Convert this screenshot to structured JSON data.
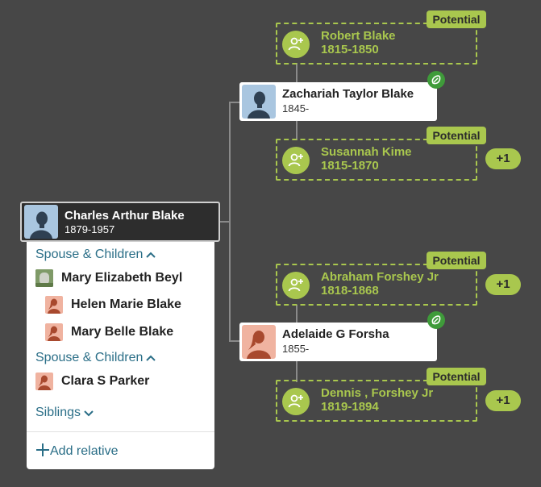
{
  "root": {
    "name": "Charles Arthur Blake",
    "dates": "1879-1957"
  },
  "father": {
    "name": "Zachariah Taylor Blake",
    "dates": "1845-"
  },
  "mother": {
    "name": "Adelaide G Forsha",
    "dates": "1855-"
  },
  "potentials": [
    {
      "badge": "Potential",
      "name": "Robert Blake",
      "dates": "1815-1850"
    },
    {
      "badge": "Potential",
      "name": "Susannah Kime",
      "dates": "1815-1870",
      "extra": "+1"
    },
    {
      "badge": "Potential",
      "name": "Abraham Forshey Jr",
      "dates": "1818-1868",
      "extra": "+1"
    },
    {
      "badge": "Potential",
      "name": "Dennis , Forshey Jr",
      "dates": "1819-1894",
      "extra": "+1"
    }
  ],
  "panel": {
    "section1": "Spouse & Children",
    "spouse1": "Mary Elizabeth Beyl",
    "child1": "Helen Marie Blake",
    "child2": "Mary Belle Blake",
    "section2": "Spouse & Children",
    "spouse2": "Clara S Parker",
    "siblings": "Siblings",
    "add_relative": "Add relative"
  },
  "colors": {
    "background": "#474747",
    "potential": "#a9c74e",
    "link": "#2a6e87",
    "hint": "#3f9b3a"
  }
}
